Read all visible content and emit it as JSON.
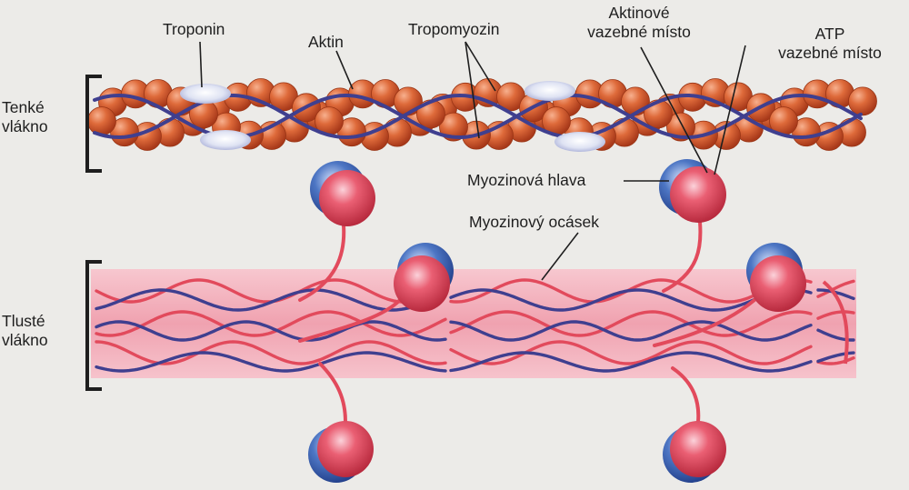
{
  "diagram": {
    "labels": {
      "troponin": "Troponin",
      "aktin": "Aktin",
      "tropomyozin": "Tropomyozin",
      "aktinove_1": "Aktinové",
      "aktinove_2": "vazebné místo",
      "atp_1": "ATP",
      "atp_2": "vazebné místo",
      "tenke_1": "Tenké",
      "tenke_2": "vlákno",
      "myozinova_hlava": "Myozinová hlava",
      "myozinovy_ocasek": "Myozinový ocásek",
      "tluste_1": "Tlusté",
      "tluste_2": "vlákno"
    },
    "colors": {
      "background": "#ecebe8",
      "actin_bead": "#d8622f",
      "tropomyosin": "#3f3f8f",
      "troponin": "#d9dff0",
      "thick_band": "#f2a9b6",
      "myosin_red": "#e24a5c",
      "myosin_blue": "#2f55a8",
      "leader_line": "#1e1e1e"
    }
  }
}
